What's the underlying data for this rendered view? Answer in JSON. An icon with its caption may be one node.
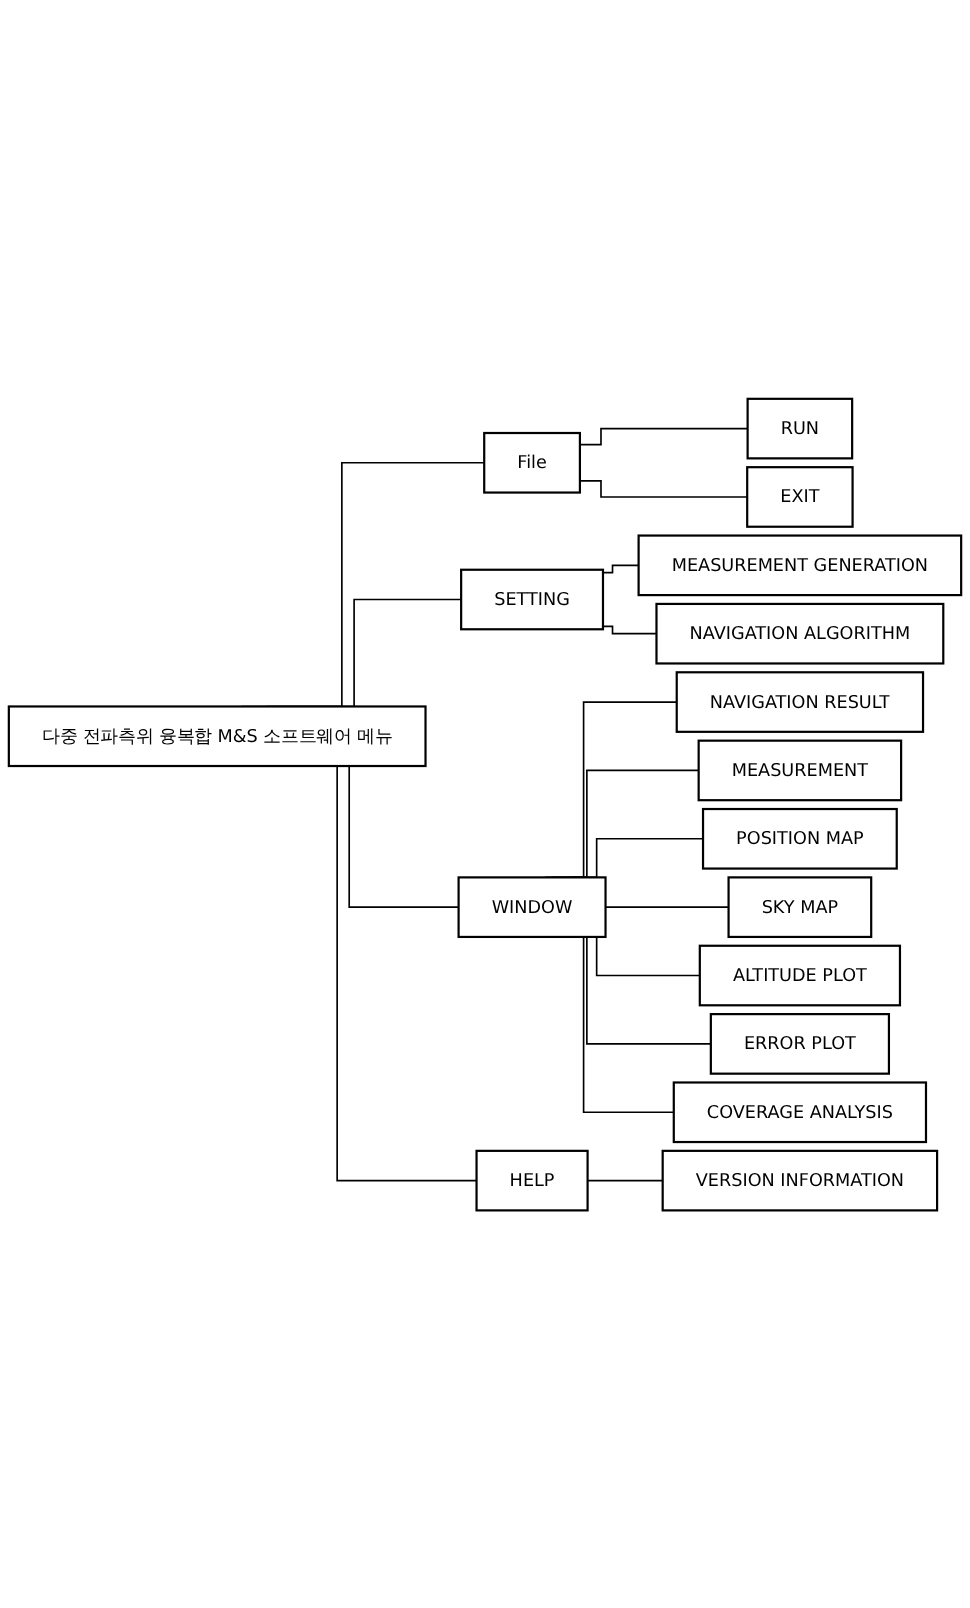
{
  "diagram": {
    "nodes": [
      {
        "text": [
          "다중 전파측위 융복합 M&S 소프트웨어 메뉴"
        ]
      },
      {
        "text": [
          "File"
        ]
      },
      {
        "text": [
          "RUN"
        ]
      },
      {
        "text": [
          "EXIT"
        ]
      },
      {
        "text": [
          "SETTING"
        ]
      },
      {
        "text": [
          "MEASUREMENT GENERATION"
        ]
      },
      {
        "text": [
          "NAVIGATION ALGORITHM"
        ]
      },
      {
        "text": [
          "WINDOW"
        ]
      },
      {
        "text": [
          "NAVIGATION RESULT"
        ]
      },
      {
        "text": [
          "MEASUREMENT"
        ]
      },
      {
        "text": [
          "POSITION MAP"
        ]
      },
      {
        "text": [
          "SKY MAP"
        ]
      },
      {
        "text": [
          "ALTITUDE PLOT"
        ]
      },
      {
        "text": [
          "ERROR PLOT"
        ]
      },
      {
        "text": [
          "COVERAGE ANALYSIS"
        ]
      },
      {
        "text": [
          "HELP"
        ]
      },
      {
        "text": [
          "VERSION INFORMATION"
        ]
      }
    ],
    "edges": [
      {
        "from": 0,
        "to": 1,
        "arrow": "none"
      },
      {
        "from": 1,
        "to": 2,
        "arrow": "none"
      },
      {
        "from": 1,
        "to": 3,
        "arrow": "none"
      },
      {
        "from": 0,
        "to": 4,
        "arrow": "none"
      },
      {
        "from": 4,
        "to": 5,
        "arrow": "none"
      },
      {
        "from": 4,
        "to": 6,
        "arrow": "none"
      },
      {
        "from": 0,
        "to": 7,
        "arrow": "none"
      },
      {
        "from": 7,
        "to": 8,
        "arrow": "none"
      },
      {
        "from": 7,
        "to": 9,
        "arrow": "none"
      },
      {
        "from": 7,
        "to": 10,
        "arrow": "none"
      },
      {
        "from": 7,
        "to": 11,
        "arrow": "none"
      },
      {
        "from": 7,
        "to": 12,
        "arrow": "none"
      },
      {
        "from": 7,
        "to": 13,
        "arrow": "none"
      },
      {
        "from": 7,
        "to": 14,
        "arrow": "none"
      },
      {
        "from": 0,
        "to": 15,
        "arrow": "none"
      },
      {
        "from": 15,
        "to": 16,
        "arrow": "none"
      }
    ]
  }
}
